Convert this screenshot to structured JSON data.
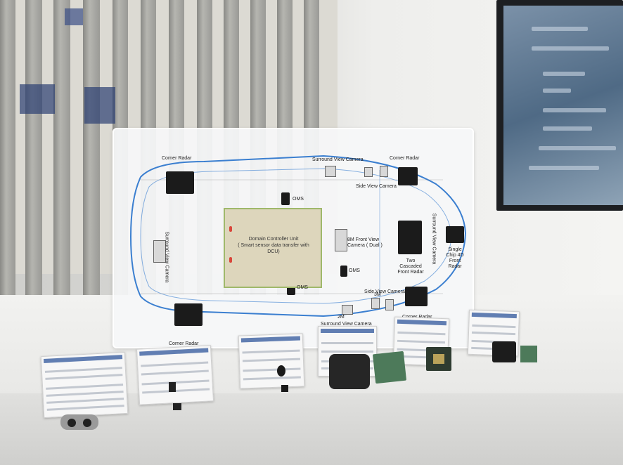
{
  "board": {
    "title_dcu": "Domain Controller Unit",
    "subtitle_dcu": "( Smart  sensor data transfer with DCU)",
    "labels": {
      "corner_radar_tl": "Corner Radar",
      "corner_radar_tr": "Corner Radar",
      "corner_radar_bl": "Corner Radar",
      "corner_radar_br": "Corner Radar",
      "surround_top": "Surround View Camera",
      "surround_bottom": "Surround View Camera",
      "surround_left": "Surround View Camera",
      "surround_right": "Surround View Camera",
      "side_view_top": "Side View Camera",
      "side_view_bottom": "Side View Camera",
      "oms_top": "OMS",
      "oms_mid": "OMS",
      "oms_bottom": "OMS",
      "front_view": "8M Front View Camera ( Dual )",
      "cascaded": "Two Cascaded Front Radar",
      "single_chip": "Single Chip 4D Front Radar",
      "mark_2m": "2M",
      "mark_3m": "3M"
    }
  },
  "colors": {
    "car_outline": "#3b7fd0",
    "dcu_border": "#9fb86a",
    "card_header": "#3b5fa0"
  }
}
